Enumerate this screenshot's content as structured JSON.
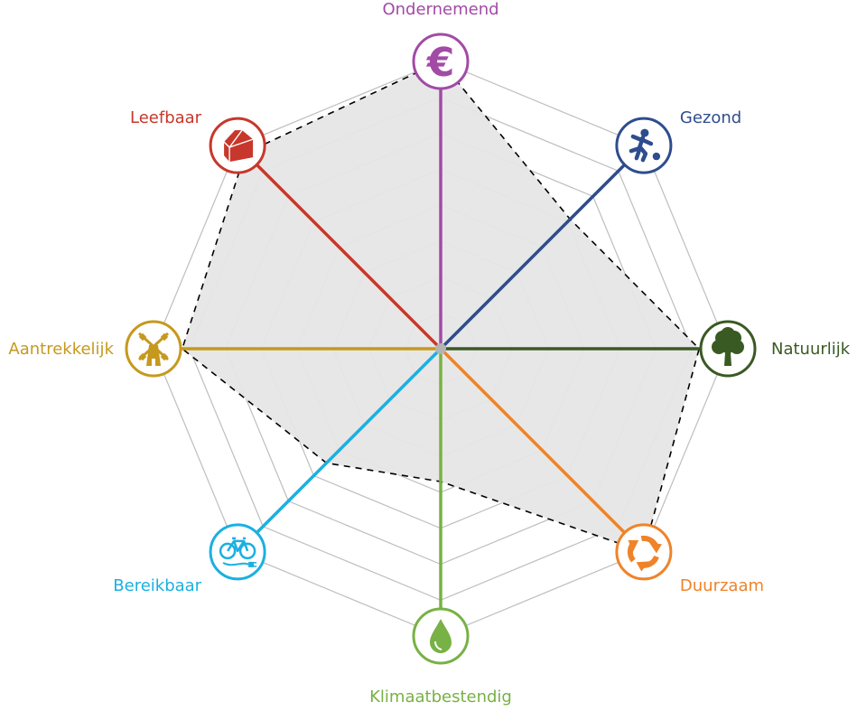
{
  "chart_data": {
    "type": "radar",
    "title": "",
    "levels": 8,
    "axes": [
      {
        "name": "Ondernemend",
        "icon": "euro-icon",
        "color": "#A24BA6"
      },
      {
        "name": "Gezond",
        "icon": "football-player-icon",
        "color": "#2E4D8E"
      },
      {
        "name": "Natuurlijk",
        "icon": "tree-icon",
        "color": "#3A5A23"
      },
      {
        "name": "Duurzaam",
        "icon": "recycle-arrows-icon",
        "color": "#EF8329"
      },
      {
        "name": "Klimaatbestendig",
        "icon": "water-drop-icon",
        "color": "#78B145"
      },
      {
        "name": "Bereikbaar",
        "icon": "electric-bike-icon",
        "color": "#1BB0E0"
      },
      {
        "name": "Aantrekkelijk",
        "icon": "windmill-icon",
        "color": "#C6991E"
      },
      {
        "name": "Leefbaar",
        "icon": "house-icon",
        "color": "#C8372B"
      }
    ],
    "series": [
      {
        "values": [
          8,
          5.1,
          7.2,
          8,
          3.7,
          4.5,
          7.2,
          7.7
        ]
      }
    ],
    "range": [
      0,
      8
    ],
    "grid": true,
    "fill_color": "#E6E6E6",
    "outline_color": "#000000",
    "grid_color": "#BEBEBE",
    "center_color": "#B3B3B3"
  }
}
